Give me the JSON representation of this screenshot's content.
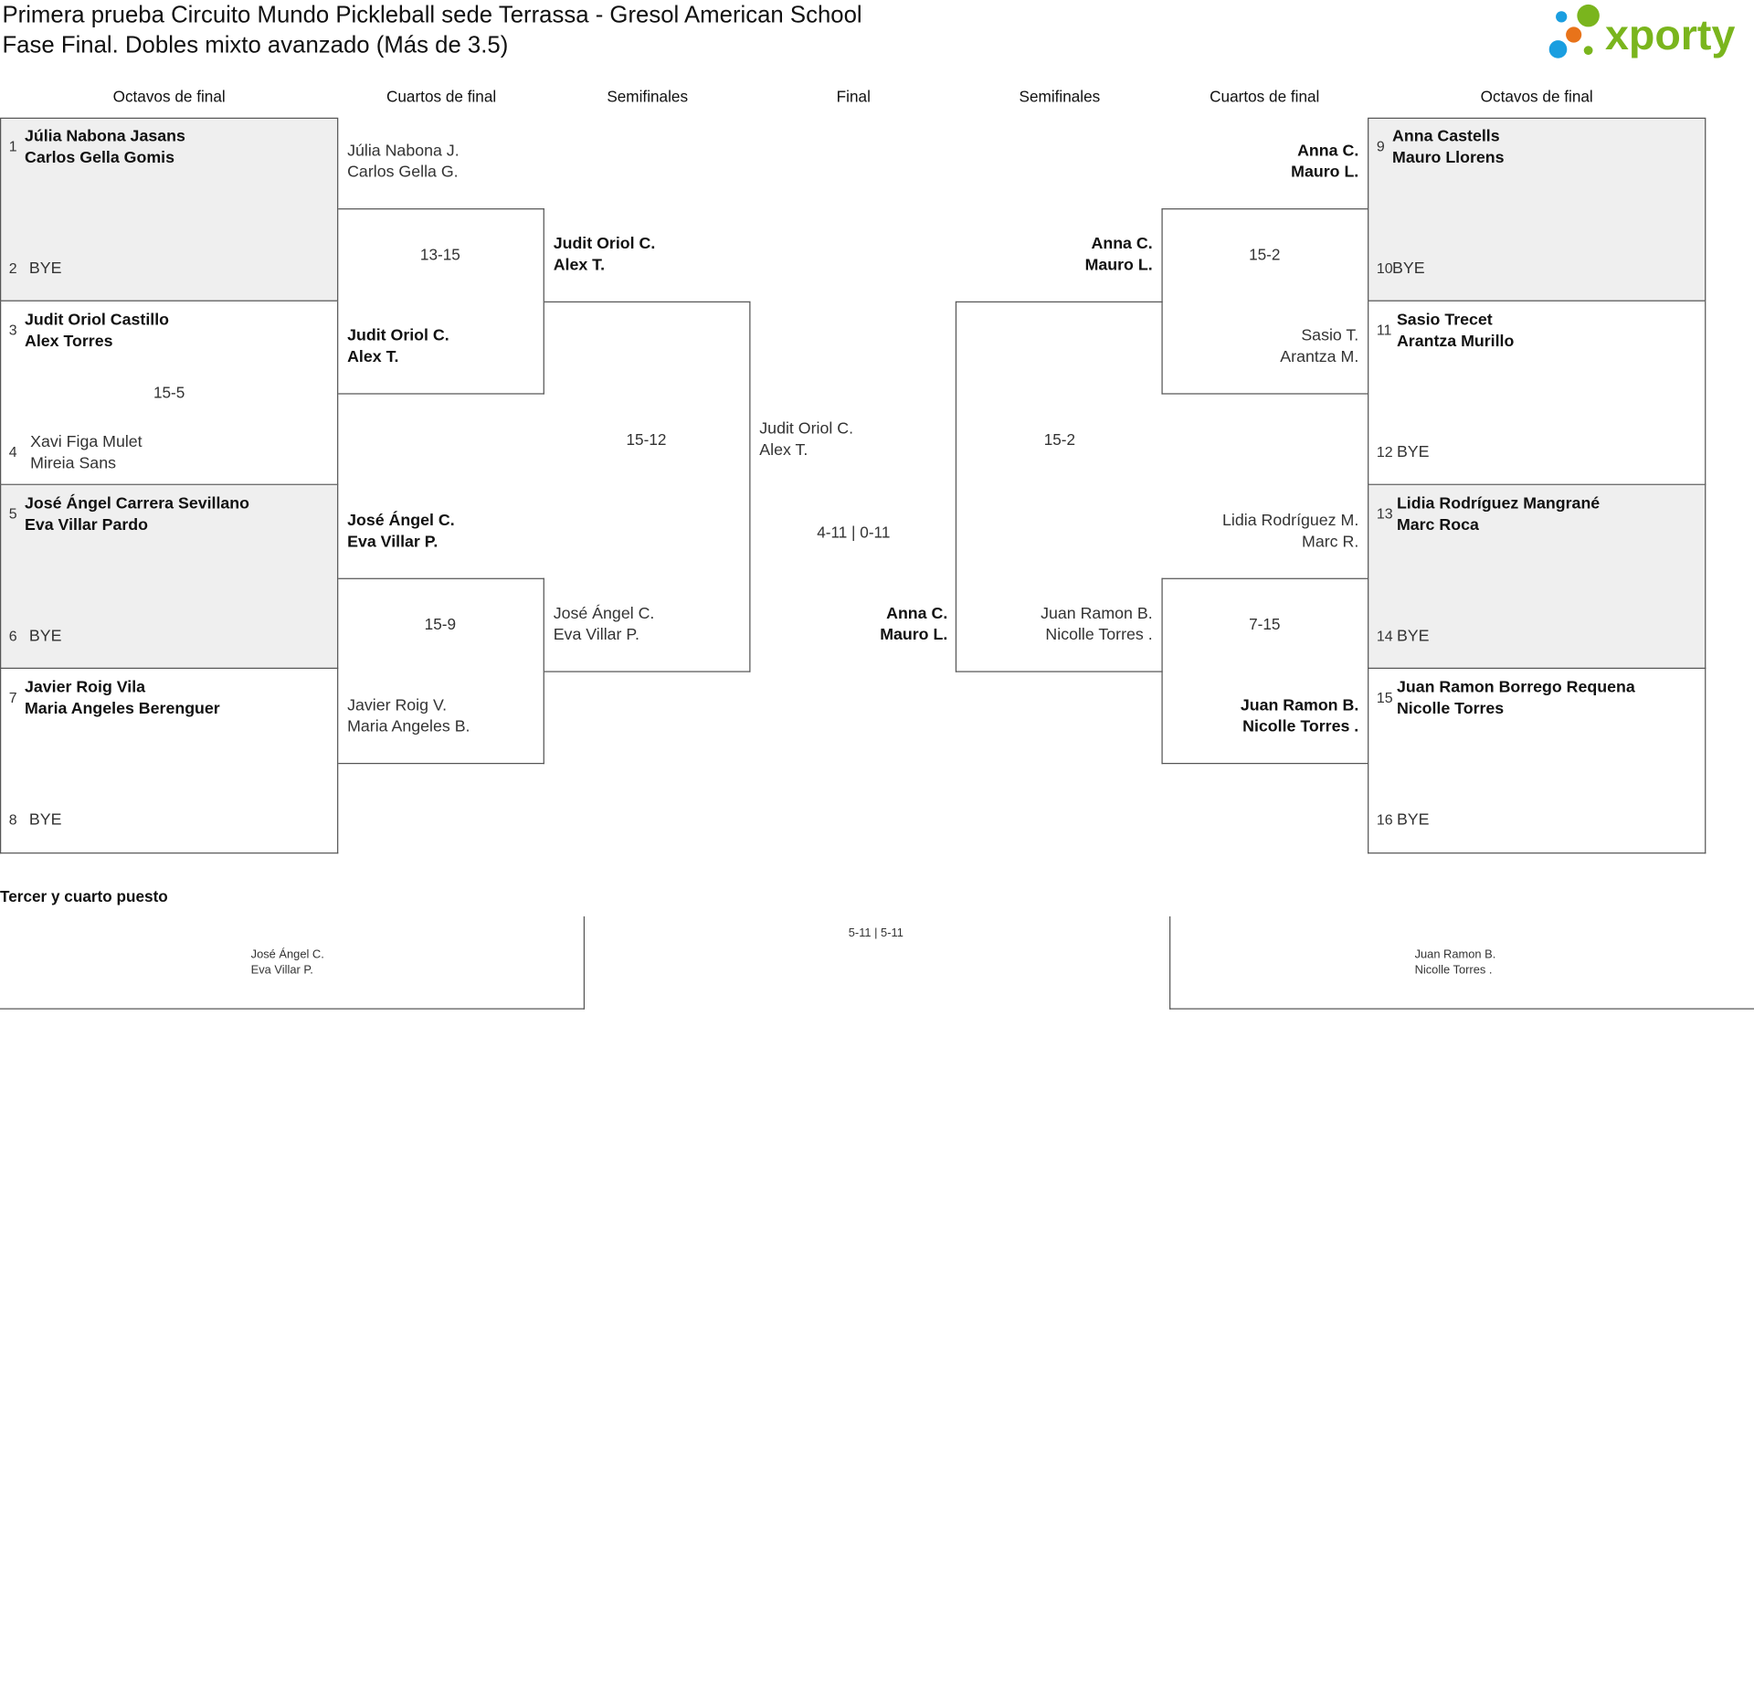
{
  "header": {
    "title_line1": "Primera prueba Circuito Mundo Pickleball sede Terrassa - Gresol American School",
    "title_line2": "Fase Final. Dobles mixto avanzado (Más de 3.5)",
    "logo_text": "xporty",
    "logo_colors": {
      "green": "#7ab51d",
      "orange": "#e8731a",
      "blue": "#1a9ee0"
    }
  },
  "rounds": {
    "left": [
      "Octavos de final",
      "Cuartos de final",
      "Semifinales"
    ],
    "final": "Final",
    "right": [
      "Semifinales",
      "Cuartos de final",
      "Octavos de final"
    ]
  },
  "r16_left": [
    {
      "seed_top": "1",
      "top": [
        "Júlia Nabona Jasans",
        "Carlos Gella Gomis"
      ],
      "seed_bottom": "2",
      "bottom": [
        "BYE"
      ],
      "score": "",
      "winner": "top"
    },
    {
      "seed_top": "3",
      "top": [
        "Judit Oriol Castillo",
        "Alex Torres"
      ],
      "seed_bottom": "4",
      "bottom": [
        "Xavi Figa Mulet",
        "Mireia Sans"
      ],
      "score": "15-5",
      "winner": "top"
    },
    {
      "seed_top": "5",
      "top": [
        "José Ángel Carrera Sevillano",
        "Eva Villar Pardo"
      ],
      "seed_bottom": "6",
      "bottom": [
        "BYE"
      ],
      "score": "",
      "winner": "top"
    },
    {
      "seed_top": "7",
      "top": [
        "Javier Roig Vila",
        "Maria Angeles Berenguer"
      ],
      "seed_bottom": "8",
      "bottom": [
        "BYE"
      ],
      "score": "",
      "winner": "top"
    }
  ],
  "r16_right": [
    {
      "seed_top": "9",
      "top": [
        "Anna Castells",
        "Mauro Llorens"
      ],
      "seed_bottom": "10",
      "bottom": [
        "BYE"
      ],
      "score": "",
      "winner": "top"
    },
    {
      "seed_top": "11",
      "top": [
        "Sasio Trecet",
        "Arantza Murillo"
      ],
      "seed_bottom": "12",
      "bottom": [
        "BYE"
      ],
      "score": "",
      "winner": "top"
    },
    {
      "seed_top": "13",
      "top": [
        "Lidia Rodríguez Mangrané",
        "Marc Roca"
      ],
      "seed_bottom": "14",
      "bottom": [
        "BYE"
      ],
      "score": "",
      "winner": "top"
    },
    {
      "seed_top": "15",
      "top": [
        "Juan Ramon Borrego Requena",
        "Nicolle Torres"
      ],
      "seed_bottom": "16",
      "bottom": [
        "BYE"
      ],
      "score": "",
      "winner": "top"
    }
  ],
  "qf_left": [
    {
      "top": [
        "Júlia Nabona J.",
        "Carlos Gella G."
      ],
      "bottom": [
        "Judit Oriol C.",
        "Alex T."
      ],
      "score": "13-15"
    },
    {
      "top": [
        "José Ángel C.",
        "Eva Villar P."
      ],
      "bottom": [
        "Javier Roig V.",
        "Maria Angeles B."
      ],
      "score": "15-9"
    }
  ],
  "qf_right": [
    {
      "top": [
        "Anna C.",
        "Mauro L."
      ],
      "bottom": [
        "Sasio T.",
        "Arantza M."
      ],
      "score": "15-2"
    },
    {
      "top": [
        "Lidia Rodríguez M.",
        "Marc R."
      ],
      "bottom": [
        "Juan Ramon B.",
        "Nicolle Torres ."
      ],
      "score": "7-15"
    }
  ],
  "sf_left": {
    "top": [
      "Judit Oriol C.",
      "Alex T."
    ],
    "bottom": [
      "José Ángel C.",
      "Eva Villar P."
    ],
    "score": "15-12"
  },
  "sf_right": {
    "top": [
      "Anna C.",
      "Mauro L."
    ],
    "bottom": [
      "Juan Ramon B.",
      "Nicolle Torres ."
    ],
    "score": "15-2"
  },
  "final": {
    "top": [
      "Judit Oriol C.",
      "Alex T."
    ],
    "bottom": [
      "Anna C.",
      "Mauro L."
    ],
    "score": "4-11 | 0-11"
  },
  "third_place": {
    "title": "Tercer y cuarto puesto",
    "left": [
      "José Ángel C.",
      "Eva Villar P."
    ],
    "right": [
      "Juan Ramon B.",
      "Nicolle Torres ."
    ],
    "score": "5-11 | 5-11"
  }
}
